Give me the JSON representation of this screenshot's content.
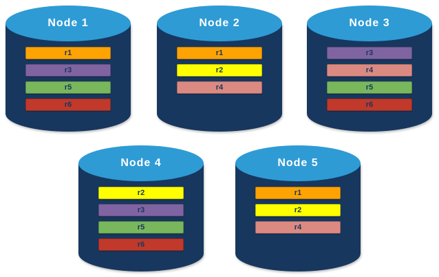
{
  "diagram": {
    "title": "",
    "cylinder": {
      "body_color": "#17375E",
      "top_color": "#2E9BD5",
      "label_color": "#FFFFFF"
    },
    "record_colors": {
      "r1": "#FFA303",
      "r2": "#FFFF00",
      "r3": "#8064A2",
      "r4": "#DB8A82",
      "r5": "#79B75D",
      "r6": "#C0392B"
    },
    "nodes": [
      {
        "label": "Node 1",
        "records": [
          "r1",
          "r3",
          "r5",
          "r6"
        ]
      },
      {
        "label": "Node 2",
        "records": [
          "r1",
          "r2",
          "r4"
        ]
      },
      {
        "label": "Node 3",
        "records": [
          "r3",
          "r4",
          "r5",
          "r6"
        ]
      },
      {
        "label": "Node 4",
        "records": [
          "r2",
          "r3",
          "r5",
          "r6"
        ]
      },
      {
        "label": "Node 5",
        "records": [
          "r1",
          "r2",
          "r4"
        ]
      }
    ]
  }
}
